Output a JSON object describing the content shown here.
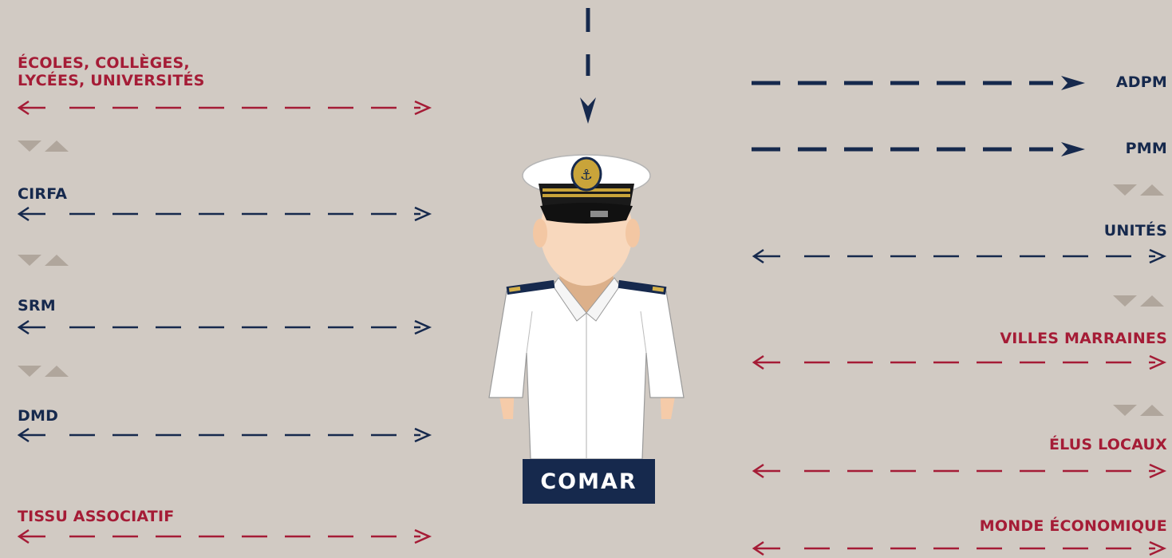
{
  "left": {
    "ecoles_line1": "ÉCOLES, COLLÈGES,",
    "ecoles_line2": "LYCÉES, UNIVERSITÉS",
    "cirfa": "CIRFA",
    "srm": "SRM",
    "dmd": "DMD",
    "tissu": "TISSU ASSOCIATIF"
  },
  "right": {
    "adpm": "ADPM",
    "pmm": "PMM",
    "unites": "UNITÉS",
    "villes": "VILLES MARRAINES",
    "elus": "ÉLUS LOCAUX",
    "monde": "MONDE ÉCONOMIQUE"
  },
  "center": {
    "title": "COMAR"
  },
  "colors": {
    "background": "#d1cac3",
    "navy": "#16294d",
    "red": "#a51c36",
    "separator": "#b0a69c"
  },
  "icons": {
    "separator": "double-triangle-icon",
    "figure": "naval-officer-icon"
  }
}
